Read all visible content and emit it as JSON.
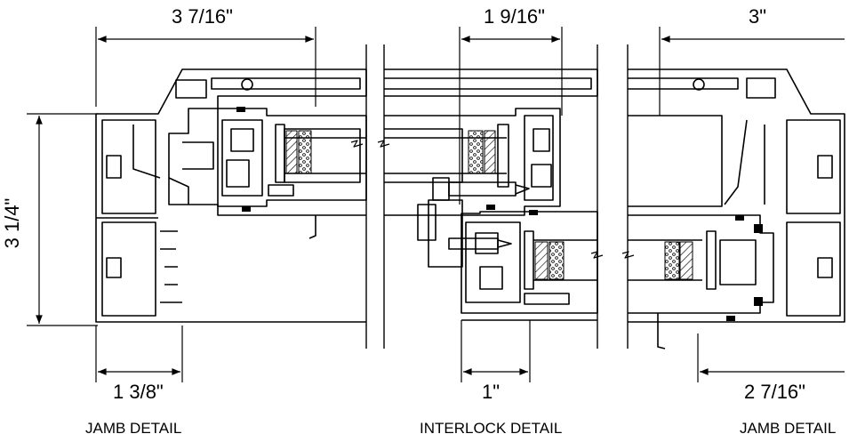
{
  "dimensions": {
    "top_left": "3 7/16\"",
    "top_center": "1 9/16\"",
    "top_right": "3\"",
    "vertical_left": "3 1/4\"",
    "bottom_left": "1 3/8\"",
    "bottom_center": "1\"",
    "bottom_right": "2 7/16\""
  },
  "captions": {
    "left": "JAMB DETAIL",
    "center": "INTERLOCK DETAIL",
    "right": "JAMB DETAIL"
  },
  "colors": {
    "line": "#000000",
    "background": "#ffffff",
    "insulation_hatch": "#000000"
  }
}
